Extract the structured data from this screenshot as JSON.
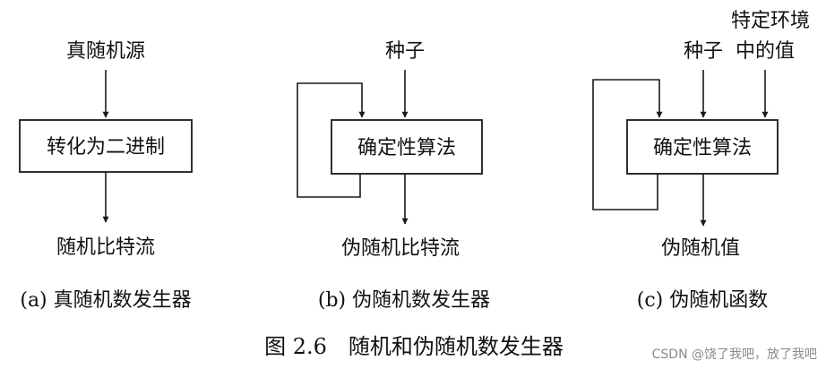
{
  "diagrams": {
    "a": {
      "input": "真随机源",
      "process": "转化为二进制",
      "output": "随机比特流",
      "caption": "(a) 真随机数发生器"
    },
    "b": {
      "input": "种子",
      "process": "确定性算法",
      "output": "伪随机比特流",
      "caption": "(b) 伪随机数发生器"
    },
    "c": {
      "input1": "种子",
      "input2_line1": "特定环境",
      "input2_line2": "中的值",
      "process": "确定性算法",
      "output": "伪随机值",
      "caption": "(c) 伪随机函数"
    }
  },
  "figure_caption": "图 2.6　随机和伪随机数发生器",
  "watermark": "CSDN @饶了我吧，放了我吧"
}
